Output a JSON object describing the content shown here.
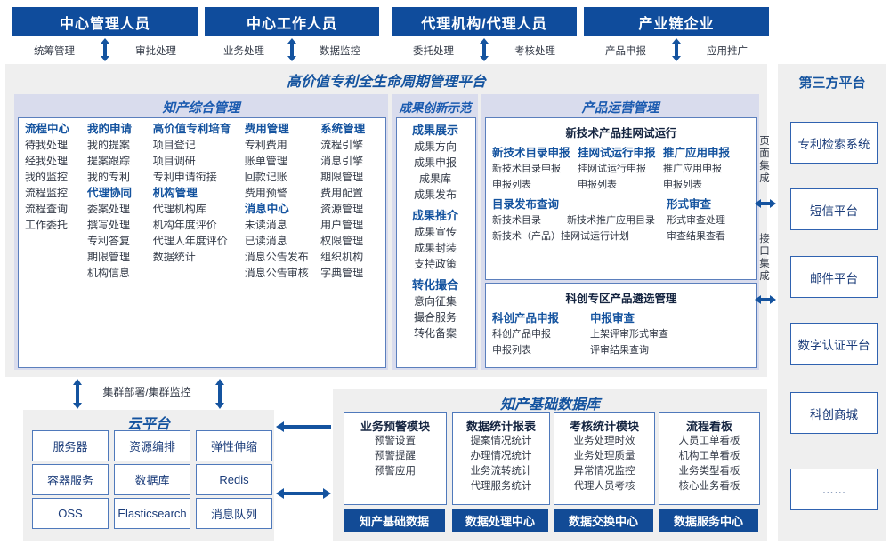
{
  "roles": [
    {
      "title": "中心管理人员",
      "left": "统筹管理",
      "right": "审批处理"
    },
    {
      "title": "中心工作人员",
      "left": "业务处理",
      "right": "数据监控"
    },
    {
      "title": "代理机构/代理人员",
      "left": "委托处理",
      "right": "考核处理"
    },
    {
      "title": "产业链企业",
      "left": "产品申报",
      "right": "应用推广"
    }
  ],
  "platform": {
    "title": "高价值专利全生命周期管理平台"
  },
  "ip_mgmt": {
    "title": "知产综合管理",
    "columns": [
      {
        "groups": [
          {
            "head": "流程中心",
            "items": [
              "待我处理",
              "经我处理",
              "我的监控",
              "流程监控",
              "流程查询",
              "工作委托"
            ]
          }
        ]
      },
      {
        "groups": [
          {
            "head": "我的申请",
            "items": [
              "我的提案",
              "提案跟踪",
              "我的专利"
            ]
          },
          {
            "head": "代理协同",
            "items": [
              "委案处理",
              "撰写处理",
              "专利答复",
              "期限管理",
              "机构信息"
            ]
          }
        ]
      },
      {
        "groups": [
          {
            "head": "高价值专利培育",
            "items": [
              "项目登记",
              "项目调研",
              "专利申请衔接"
            ]
          },
          {
            "head": "机构管理",
            "items": [
              "代理机构库",
              "机构年度评价",
              "代理人年度评价",
              "数据统计"
            ]
          }
        ]
      },
      {
        "groups": [
          {
            "head": "费用管理",
            "items": [
              "专利费用",
              "账单管理",
              "回款记账",
              "费用预警"
            ]
          },
          {
            "head": "消息中心",
            "items": [
              "未读消息",
              "已读消息",
              "消息公告发布",
              "消息公告审核"
            ]
          }
        ]
      },
      {
        "groups": [
          {
            "head": "系统管理",
            "items": [
              "流程引擎",
              "消息引擎",
              "期限管理",
              "费用配置",
              "资源管理",
              "用户管理",
              "权限管理",
              "组织机构",
              "字典管理"
            ]
          }
        ]
      }
    ]
  },
  "achievement": {
    "title": "成果创新示范",
    "groups": [
      {
        "head": "成果展示",
        "items": [
          "成果方向",
          "成果申报",
          "成果库",
          "成果发布"
        ]
      },
      {
        "head": "成果推介",
        "items": [
          "成果宣传",
          "成果封装",
          "支持政策"
        ]
      },
      {
        "head": "转化撮合",
        "items": [
          "意向征集",
          "撮合服务",
          "转化备案"
        ]
      }
    ]
  },
  "product_ops": {
    "title": "产品运营管理",
    "card1": {
      "title": "新技术产品挂网试运行",
      "row1": [
        {
          "head": "新技术目录申报",
          "items": [
            "新技术目录申报",
            "申报列表"
          ]
        },
        {
          "head": "挂网试运行申报",
          "items": [
            "挂网试运行申报",
            "申报列表"
          ]
        },
        {
          "head": "推广应用申报",
          "items": [
            "推广应用申报",
            "申报列表"
          ]
        }
      ],
      "row2_left_head": "目录发布查询",
      "row2_left_items": [
        "新技术目录",
        "新技术推广应用目录",
        "新技术（产品）挂网试运行计划"
      ],
      "row2_right_head": "形式审查",
      "row2_right_items": [
        "形式审查处理",
        "审查结果查看"
      ]
    },
    "card2": {
      "title": "科创专区产品遴选管理",
      "cols": [
        {
          "head": "科创产品申报",
          "items": [
            "科创产品申报",
            "申报列表"
          ]
        },
        {
          "head": "申报审查",
          "items": [
            "上架评审形式审查",
            "评审结果查询"
          ]
        }
      ]
    }
  },
  "integration": {
    "page": "页面集成",
    "api": "接口集成"
  },
  "third_party": {
    "title": "第三方平台",
    "items": [
      "专利检索系统",
      "短信平台",
      "邮件平台",
      "数字认证平台",
      "科创商城",
      "……"
    ]
  },
  "cloud": {
    "arrow_label": "集群部署/集群监控",
    "title": "云平台",
    "items": [
      "服务器",
      "资源编排",
      "弹性伸缩",
      "容器服务",
      "数据库",
      "Redis",
      "OSS",
      "Elasticsearch",
      "消息队列"
    ]
  },
  "database": {
    "title": "知产基础数据库",
    "columns": [
      {
        "head": "业务预警模块",
        "items": [
          "预警设置",
          "预警提醒",
          "预警应用"
        ],
        "footer": "知产基础数据"
      },
      {
        "head": "数据统计报表",
        "items": [
          "提案情况统计",
          "办理情况统计",
          "业务流转统计",
          "代理服务统计"
        ],
        "footer": "数据处理中心"
      },
      {
        "head": "考核统计模块",
        "items": [
          "业务处理时效",
          "业务处理质量",
          "异常情况监控",
          "代理人员考核"
        ],
        "footer": "数据交换中心"
      },
      {
        "head": "流程看板",
        "items": [
          "人员工单看板",
          "机构工单看板",
          "业务类型看板",
          "核心业务看板"
        ],
        "footer": "数据服务中心"
      }
    ]
  },
  "colors": {
    "brand": "#0f4c9c",
    "accent": "#1b5bb0",
    "panel": "#efefef",
    "lavender": "#d9dced"
  }
}
